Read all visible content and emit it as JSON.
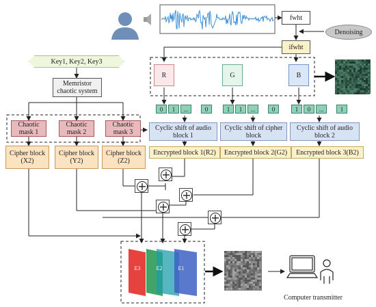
{
  "audio": {
    "fwht": "fwht",
    "denoising": "Denoising",
    "ifwht": "ifwht"
  },
  "keys": "Key1, Key2, Key3",
  "memristor": "Memristor chaotic system",
  "channels": {
    "r": "R",
    "g": "G",
    "b": "B"
  },
  "masks": [
    "Chaotic mask 1",
    "Chaotic mask 2",
    "Chaotic mask 3"
  ],
  "cipher_blocks": [
    "Cipher block (X2)",
    "Cipher block (Y2)",
    "Cipher block (Z2)"
  ],
  "bit_rows": [
    [
      "0",
      "1",
      "...",
      "0"
    ],
    [
      "1",
      "1",
      "...",
      "0"
    ],
    [
      "1",
      "0",
      "...",
      "1"
    ]
  ],
  "shifts": [
    "Cyclic shift of audio block 1",
    "Cyclic shift of cipher block",
    "Cyclic shift of audio block 2"
  ],
  "encrypted": [
    "Encrypted block 1(R2)",
    "Encrypted block 2(G2)",
    "Encrypted block 3(B2)"
  ],
  "layers": [
    "E3",
    "E2",
    "E1"
  ],
  "computer_label": "Computer transmitter",
  "colors": {
    "mask_fill": "#e8b9bd",
    "cipher_fill": "#fbe3c2",
    "shift_fill": "#d7e3f3",
    "encrypted_fill": "#fbf1c8",
    "bit_fill": "#8ed1b9",
    "wave": "#3b8fd6",
    "layer_red": "#e53935",
    "layer_green": "#2e9a55",
    "layer_teal": "#1f9eaa",
    "layer_blue": "#3d62c4"
  },
  "icons": [
    "user-icon",
    "speaker-icon",
    "audio-waveform",
    "noise-image-icon",
    "computer-icon"
  ]
}
